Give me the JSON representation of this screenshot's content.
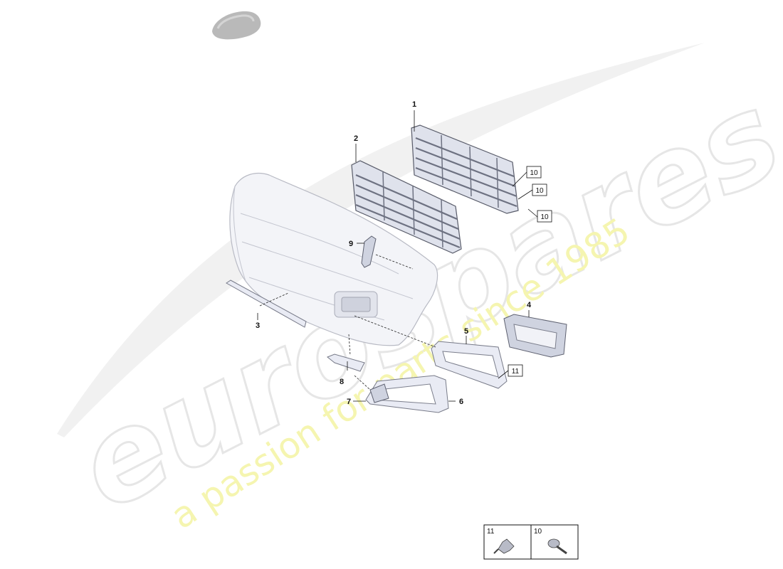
{
  "watermark": {
    "brand": "eurospares",
    "tagline": "a passion for parts since 1985"
  },
  "callouts": [
    "1",
    "2",
    "3",
    "4",
    "5",
    "6",
    "7",
    "8",
    "9"
  ],
  "box_callouts": [
    "10",
    "10",
    "10",
    "11"
  ],
  "fastener_table": {
    "col_a": "11",
    "col_b": "10"
  }
}
